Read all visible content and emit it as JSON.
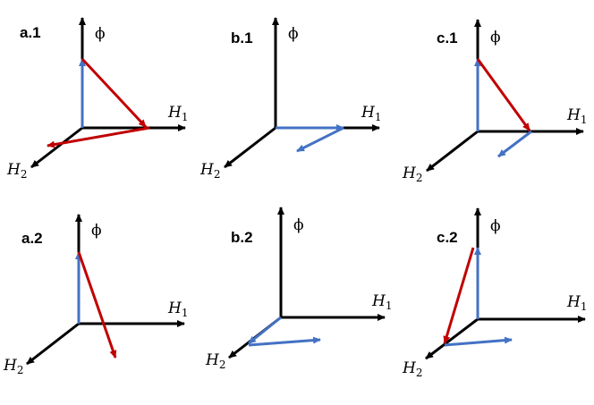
{
  "figure": {
    "colors": {
      "axis": "#000000",
      "blue": "#4472C4",
      "red": "#C00000"
    },
    "axis_labels": {
      "phi": "ϕ",
      "h1_main": "H",
      "h1_sub": "1",
      "h2_main": "H",
      "h2_sub": "2"
    },
    "panels": [
      {
        "id": "a1",
        "label": "a.1"
      },
      {
        "id": "b1",
        "label": "b.1"
      },
      {
        "id": "c1",
        "label": "c.1"
      },
      {
        "id": "a2",
        "label": "a.2"
      },
      {
        "id": "b2",
        "label": "b.2"
      },
      {
        "id": "c2",
        "label": "c.2"
      }
    ]
  }
}
